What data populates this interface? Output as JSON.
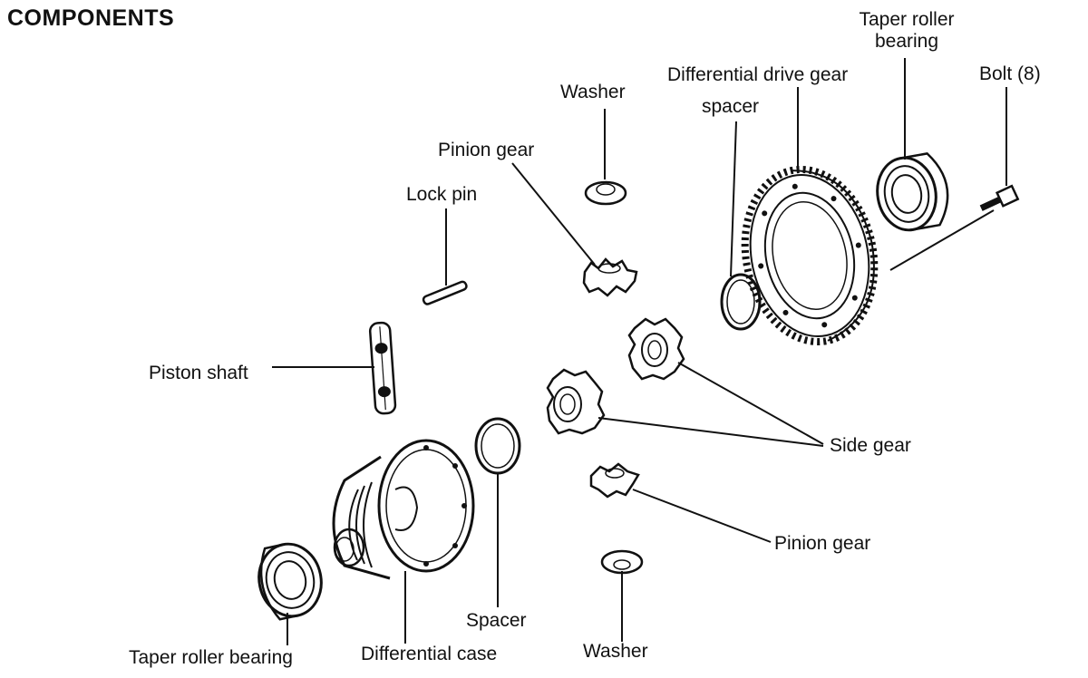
{
  "title": "COMPONENTS",
  "labels": {
    "taper_roller_bearing_top": "Taper roller\nbearing",
    "bolt": "Bolt (8)",
    "differential_drive_gear": "Differential drive gear",
    "washer_top": "Washer",
    "spacer_top": "spacer",
    "pinion_gear_top": "Pinion gear",
    "lock_pin": "Lock pin",
    "piston_shaft": "Piston shaft",
    "side_gear": "Side gear",
    "pinion_gear_bottom": "Pinion gear",
    "spacer_bottom": "Spacer",
    "washer_bottom": "Washer",
    "taper_roller_bearing_bottom": "Taper roller bearing",
    "differential_case": "Differential case"
  },
  "colors": {
    "ink": "#111111",
    "paper": "#ffffff"
  }
}
